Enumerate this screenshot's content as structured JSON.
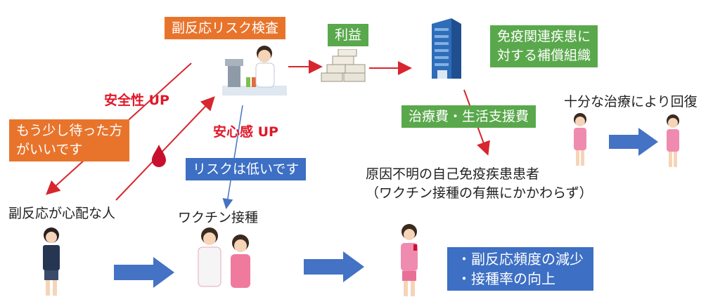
{
  "top_cut_title": "…リスク低減と補償の仕組み…",
  "boxes": {
    "risk_test": "副反応リスク検査",
    "profit": "利益",
    "compensation": "免疫関連疾患に\n対する補償組織",
    "wait": "もう少し待った方\nがいいです",
    "low_risk": "リスクは低いです",
    "support": "治療費・生活支援費",
    "results": "・副反応頻度の減少\n・接種率の向上"
  },
  "labels": {
    "safety_up": "安全性 UP",
    "relief_up": "安心感 UP",
    "worried_person": "副反応が心配な人",
    "vaccination": "ワクチン接種",
    "recovery": "十分な治療により回復",
    "unknown_patients": "原因不明の自己免疫疾患患者\n（ワクチン接種の有無にかかわらず）"
  },
  "colors": {
    "orange": "#e8742c",
    "green": "#5aa84c",
    "blue": "#3d6fc4",
    "red_arrow": "#d7262e",
    "blue_arrow": "#4472c4"
  }
}
